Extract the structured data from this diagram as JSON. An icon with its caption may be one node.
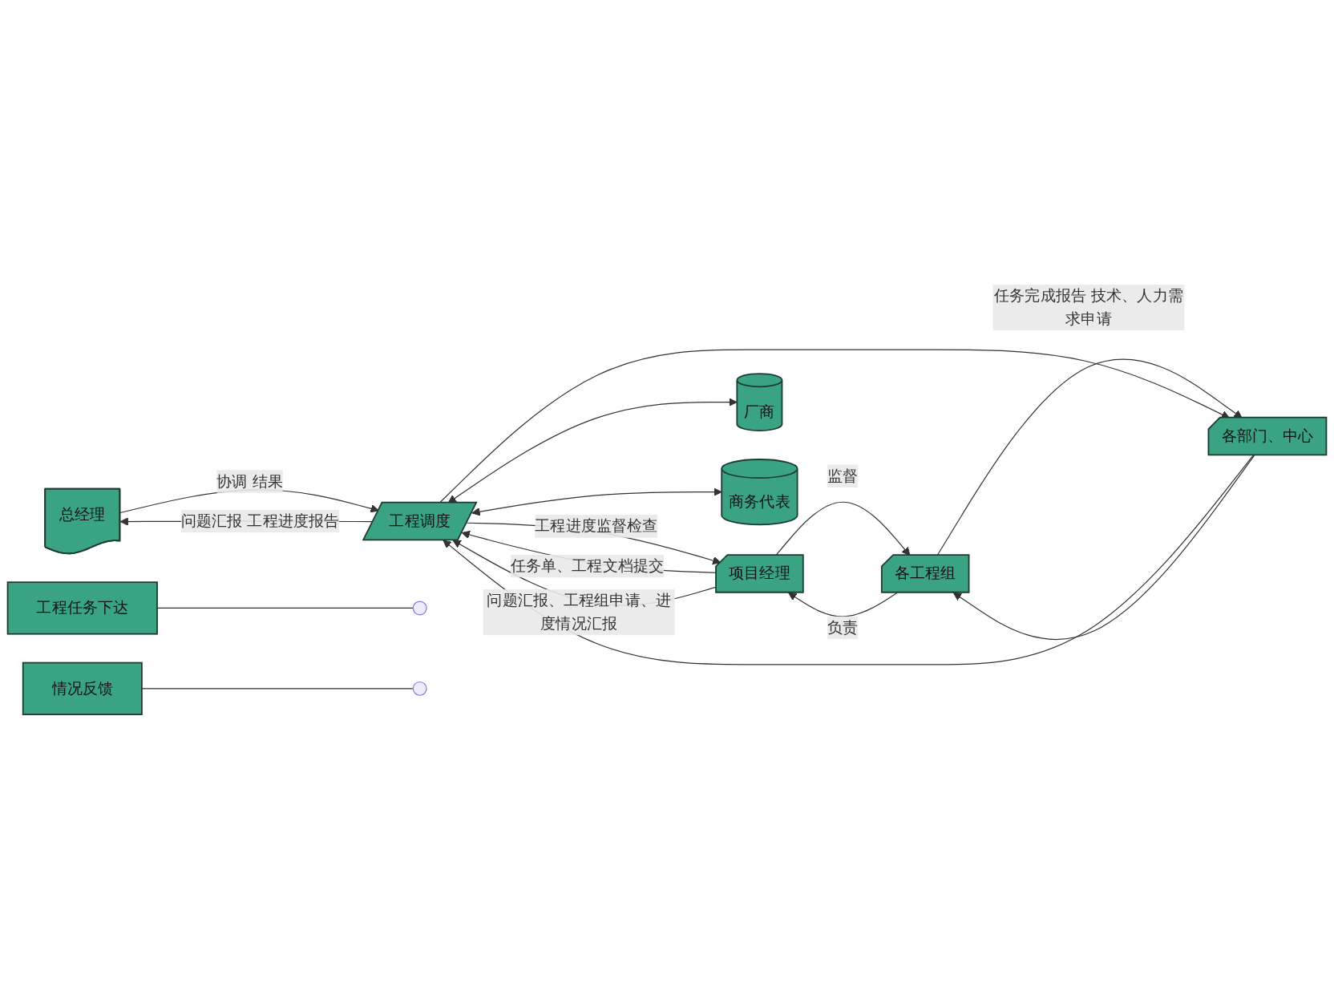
{
  "diagram": {
    "nodes": [
      {
        "text": [
          "工程任务下达"
        ]
      },
      {
        "text": [
          "总经理"
        ]
      },
      {
        "text": [
          "工程调度"
        ]
      },
      {
        "text": [
          "各部门、中心"
        ]
      },
      {
        "text": [
          "各工程组"
        ]
      },
      {
        "text": [
          "项目经理"
        ]
      },
      {
        "text": [
          "厂商"
        ]
      },
      {
        "text": [
          "商务代表"
        ]
      },
      {
        "text": [
          "情况反馈"
        ]
      }
    ],
    "edges": [
      {
        "from": 2,
        "to": 1,
        "arrow": "to",
        "label": "问题汇报 工程进度报告"
      },
      {
        "from": 1,
        "to": 2,
        "arrow": "to",
        "label": "协调 结果"
      },
      {
        "from": 2,
        "to": 5,
        "arrow": "to",
        "label": "工程进度监督检查"
      },
      {
        "from": 4,
        "to": 3,
        "arrow": "to",
        "label": "任务完成报告 技术、人力需求申请"
      },
      {
        "from": 2,
        "to": 3,
        "arrow": "to"
      },
      {
        "from": 3,
        "to": 2,
        "arrow": "to"
      },
      {
        "from": 3,
        "to": 4,
        "arrow": "to"
      },
      {
        "from": 4,
        "to": 5,
        "arrow": "to",
        "label": "负责"
      },
      {
        "from": 5,
        "to": 4,
        "arrow": "to",
        "label": "监督"
      },
      {
        "from": 5,
        "to": 2,
        "arrow": "to",
        "label": "任务单、工程文档提交"
      },
      {
        "from": 5,
        "to": 2,
        "arrow": "to",
        "label": "问题汇报、工程组申请、进度情况汇报"
      },
      {
        "from": 2,
        "to": 6,
        "arrow": "both"
      },
      {
        "from": 2,
        "to": 7,
        "arrow": "both"
      },
      {
        "from": 0,
        "to": null,
        "arrow": "none"
      },
      {
        "from": 8,
        "to": null,
        "arrow": "none"
      }
    ]
  }
}
